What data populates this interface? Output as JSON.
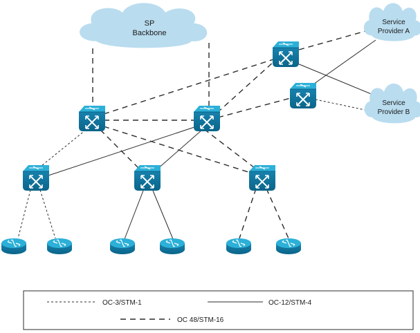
{
  "clouds": {
    "backbone": {
      "line1": "SP",
      "line2": "Backbone"
    },
    "provider_a": {
      "line1": "Service",
      "line2": "Provider A"
    },
    "provider_b": {
      "line1": "Service",
      "line2": "Provider B"
    }
  },
  "legend": {
    "oc3": "OC-3/STM-1",
    "oc12": "OC-12/STM-4",
    "oc48": "OC 48/STM-16"
  },
  "colors": {
    "device_blue": "#1d9cc7",
    "device_dark": "#0a6f95",
    "cloud_fill": "#b9dcef",
    "line": "#2b2b2b"
  },
  "icons": {
    "switch": "atm-switch-icon",
    "router": "router-icon",
    "cloud": "cloud-icon"
  }
}
